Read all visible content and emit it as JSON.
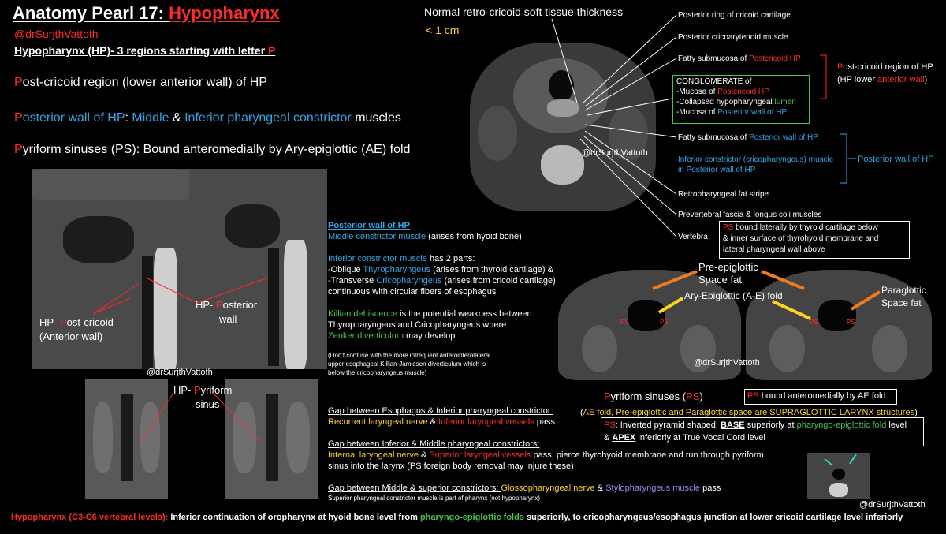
{
  "title": {
    "prefix": "Anatomy Pearl 17: ",
    "subject": "Hypopharynx"
  },
  "handle": "@drSurjthVattoth",
  "intro": {
    "heading_a": "Hypopharynx (HP)- 3 regions starting with letter ",
    "heading_p": "P"
  },
  "regions": [
    {
      "p": "P",
      "rest": "ost-cricoid region (lower anterior wall) of HP"
    },
    {
      "p": "P",
      "blue1": "osterior wall of HP",
      "t1": ": ",
      "blue2": "Middle",
      "t2": " & ",
      "blue3": "Inferior pharyngeal constrictor",
      "t3": " muscles"
    },
    {
      "p": "P",
      "rest": "yriform sinuses (PS): Bound anteromedially by Ary-epiglottic (AE) fold"
    }
  ],
  "normal": {
    "title": "Normal retro-cricoid soft tissue thickness",
    "value": "< 1 cm"
  },
  "ct_labels": {
    "l1": "Posterior ring of cricoid cartilage",
    "l2": "Posterior cricoarytenoid muscle",
    "l3a": "Fatty submucosa of ",
    "l3b": "Postcricoid HP",
    "conglo_title": "CONGLOMERATE of",
    "c1a": "-Mucosa of ",
    "c1b": "Postcricoid HP",
    "c2a": "-Collapsed hypopharyngeal ",
    "c2b": "lumen",
    "c3a": "-Mucosa of ",
    "c3b": "Posterior wall of HP",
    "l5a": "Fatty submucosa of ",
    "l5b": "Posterior wall of HP",
    "l6": "Inferior constrictor (cricopharyngeus) muscle",
    "l6b": "in Posterior wall of HP",
    "l7": "Retropharyngeal fat stripe",
    "l8": "Prevertebral fascia & longus coli muscles",
    "l9": "Vertebra",
    "pc_region_a": "P",
    "pc_region_b": "ost-cricoid region of HP",
    "pc_region_c": "(HP lower ",
    "pc_region_d": "anterior wall",
    "pc_region_e": ")",
    "pw_region": "Posterior wall of HP"
  },
  "sag_labels": {
    "hp_pc_a": "HP- ",
    "hp_pc_b": "P",
    "hp_pc_c": "ost-cricoid",
    "hp_pc_d": "(Anterior wall)",
    "hp_pw_a": "HP- ",
    "hp_pw_b": "P",
    "hp_pw_c": "osterior",
    "hp_pw_d": "wall",
    "hp_ps_a": "HP- ",
    "hp_ps_b": "P",
    "hp_ps_c": "yriform",
    "hp_ps_d": "sinus"
  },
  "middle": {
    "pw_title": "Posterior wall of HP",
    "mc": "Middle constrictor muscle",
    "mc_rest": " (arises from hyoid bone)",
    "ic": "Inferior constrictor muscle",
    "ic_rest": " has 2 parts:",
    "ob_a": "-Oblique ",
    "ob_b": "Thyropharyngeus",
    "ob_c": " (arises from thyroid cartilage) &",
    "tr_a": "-Transverse ",
    "tr_b": "Cricopharyngeus",
    "tr_c": " (arises from cricoid cartilage)",
    "tr_d": "continuous with circular fibers of esophagus",
    "kd_a": "Killian dehiscence",
    "kd_b": " is the potential weakness between",
    "kd_c": "Thyropharyngeus and Cricopharyngeus where",
    "kd_d": "Zenker diverticulum",
    "kd_e": " may develop",
    "note1": "(Don't confuse with the more infrequent anteroinferolateral",
    "note2": "upper esophageal Killian-Jamieson diverticulum which is",
    "note3": "below the cricopharyngeus muscle)",
    "gap1": "Gap between Esophagus & Inferior pharyngeal constrictor:",
    "gap1_a": "Recurrent laryngeal nerve",
    "gap1_b": " & ",
    "gap1_c": "Inferior laryngeal vessels",
    "gap1_d": " pass",
    "gap2": "Gap between Inferior & Middle pharyngeal constrictors:",
    "gap2_a": "Internal laryngeal nerve",
    "gap2_b": " & ",
    "gap2_c": "Superior laryngeal vessels",
    "gap2_d": " pass, pierce thyrohyoid membrane and run through pyriform",
    "gap2_e": "sinus into the larynx (PS foreign body removal may injure these)",
    "gap3_a": "Gap between Middle & superior constrictors: ",
    "gap3_b": "Glossopharyngeal nerve",
    "gap3_c": " & ",
    "gap3_d": "Stylopharyngeus muscle",
    "gap3_e": " pass",
    "gap3_f": "Superior pharyngeal constrictor muscle is part of pharynx (not hypopharynx)"
  },
  "ps_box": {
    "a": "PS",
    "b": " bound laterally by thyroid cartilage below",
    "c": "& inner surface of thyrohyoid membrane and",
    "d": "lateral pharyngeal wall above"
  },
  "axial_labels": {
    "pre_epi1": "Pre-epiglottic",
    "pre_epi2": "Space fat",
    "ae": "Ary-Epiglottic (A-E) fold",
    "para1": "Paraglottic",
    "para2": "Space fat",
    "ps": "PS"
  },
  "pyriform": {
    "title_a": "P",
    "title_b": "yriform sinuses (",
    "title_c": "PS",
    "title_d": ")",
    "box_a": "PS",
    "box_b": " bound anteromedially by AE fold",
    "supra_a": "(",
    "supra_b": "AE fold, Pre-epiglottic and Paraglottic space are SUPRAGLOTTIC LARYNX structures",
    "supra_c": ")",
    "shape_a": "PS",
    "shape_b": ": Inverted pyramid shaped; ",
    "shape_c": "BASE",
    "shape_d": " superiorly at ",
    "shape_e": "pharyngo-epiglottic fold",
    "shape_f": " level",
    "shape_g": "& ",
    "shape_h": "APEX",
    "shape_i": " inferiorly at True Vocal Cord level"
  },
  "footer": {
    "a": "Hypopharynx (C3-C6 vertebral levels):",
    "b": " Inferior continuation of oropharynx at hyoid bone level from ",
    "c": "pharyngo-epiglottic folds",
    "d": " superiorly, to cricopharyngeus/esophagus junction at lower cricoid cartilage level inferiorly"
  },
  "colors": {
    "red": "#ff2a2a",
    "blue": "#2fa6e6",
    "green": "#46c24e",
    "yellow": "#ffd21f",
    "orange": "#f07a1e"
  }
}
